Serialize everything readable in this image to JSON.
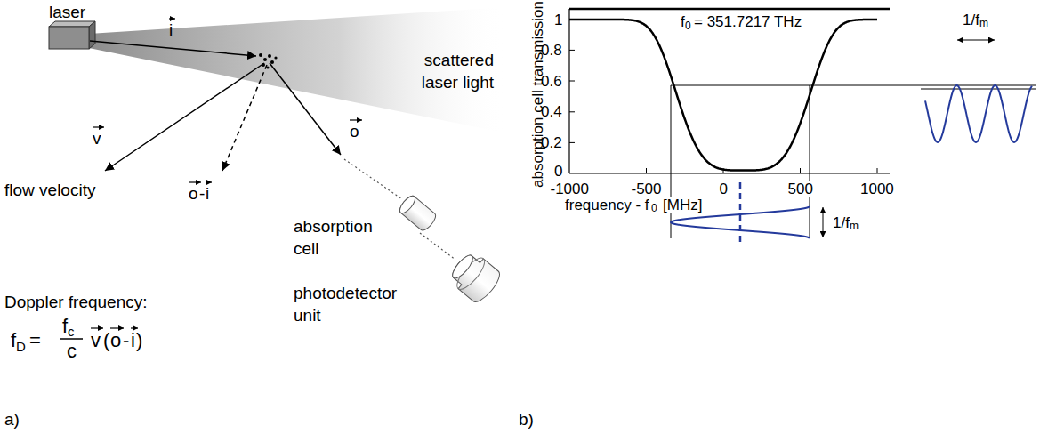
{
  "diagram": {
    "labels": [
      "laser",
      "i",
      "scattered laser light",
      "v",
      "flow velocity",
      "o",
      "-",
      "i",
      "o",
      "absorption cell",
      "photodetector unit",
      "Doppler frequency:",
      "f",
      "D",
      "=",
      "f",
      "c",
      "c",
      "v",
      "(",
      "o",
      "-",
      "i",
      ")",
      "a)",
      "f",
      "0",
      "= 351.7217 THz",
      "1",
      "0.8",
      "0.6",
      "0.4",
      "0.2",
      "0",
      "absorption cell transmission",
      "-1000",
      "-500",
      "0",
      "500",
      "1000",
      "frequency - f",
      "0",
      "[MHz]",
      "1/f",
      "m",
      "1/f",
      "m",
      "b)"
    ]
  }
}
